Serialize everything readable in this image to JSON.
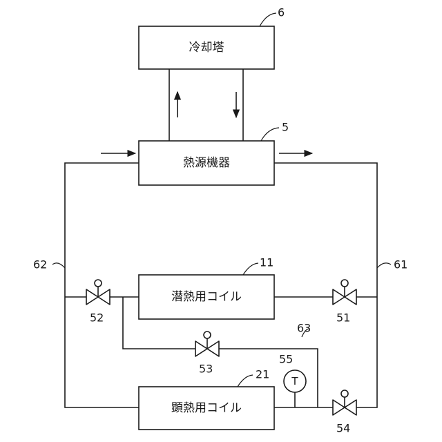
{
  "components": {
    "cooling_tower": {
      "label": "冷却塔",
      "ref": "6"
    },
    "heat_source": {
      "label": "熱源機器",
      "ref": "5"
    },
    "latent_coil": {
      "label": "潜熱用コイル",
      "ref": "11"
    },
    "sensible_coil": {
      "label": "顕熱用コイル",
      "ref": "21"
    }
  },
  "pipes": {
    "left_main": {
      "ref": "62"
    },
    "right_main": {
      "ref": "61"
    },
    "bypass": {
      "ref": "63"
    }
  },
  "valves": {
    "v51": {
      "ref": "51"
    },
    "v52": {
      "ref": "52"
    },
    "v53": {
      "ref": "53"
    },
    "v54": {
      "ref": "54"
    }
  },
  "sensor": {
    "symbol": "T",
    "ref": "55"
  }
}
